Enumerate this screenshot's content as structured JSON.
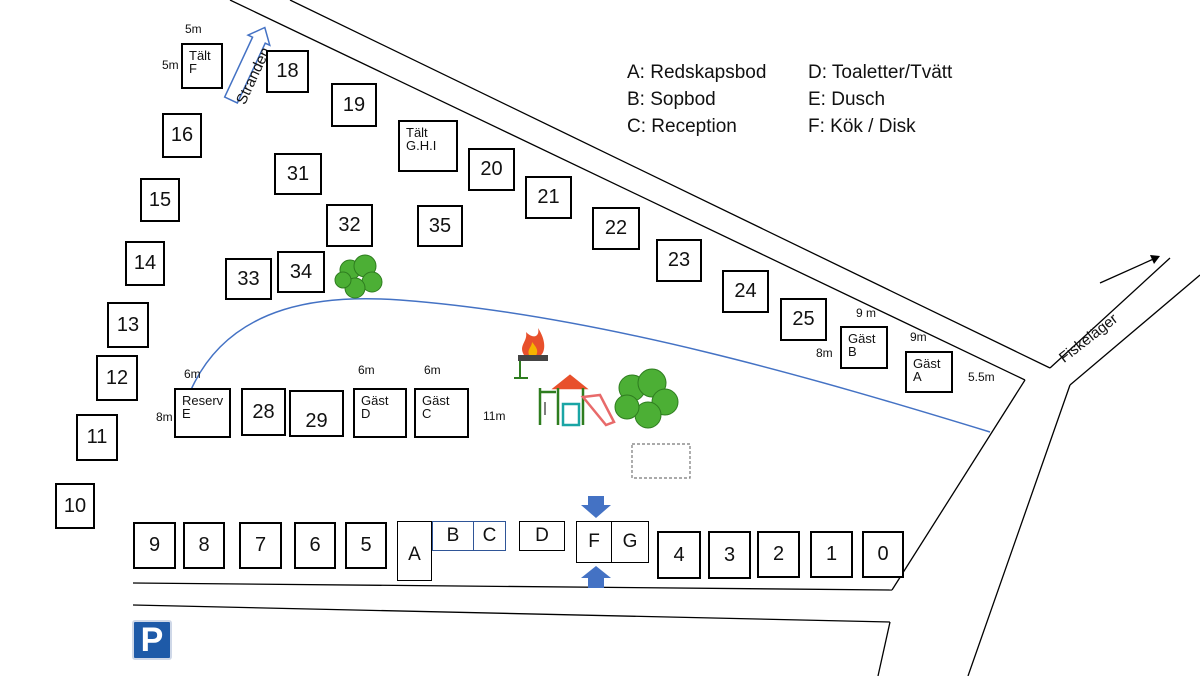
{
  "legend": [
    {
      "label": "A: Redskapsbod"
    },
    {
      "label": "B: Sopbod"
    },
    {
      "label": "C: Reception"
    },
    {
      "label": "D: Toaletter/Tvätt"
    },
    {
      "label": "E: Dusch"
    },
    {
      "label": "F: Kök / Disk"
    }
  ],
  "labels": {
    "stranden": "Stranden",
    "fiskelager": "Fiskeläger",
    "parking": "P"
  },
  "plots": {
    "p0": "0",
    "p1": "1",
    "p2": "2",
    "p3": "3",
    "p4": "4",
    "p5": "5",
    "p6": "6",
    "p7": "7",
    "p8": "8",
    "p9": "9",
    "p10": "10",
    "p11": "11",
    "p12": "12",
    "p13": "13",
    "p14": "14",
    "p15": "15",
    "p16": "16",
    "p18": "18",
    "p19": "19",
    "p20": "20",
    "p21": "21",
    "p22": "22",
    "p23": "23",
    "p24": "24",
    "p25": "25",
    "p28": "28",
    "p29": "29",
    "p31": "31",
    "p32": "32",
    "p33": "33",
    "p34": "34",
    "p35": "35"
  },
  "special_plots": {
    "tent_f": [
      "Tält",
      "F"
    ],
    "tent_ghi": [
      "Tält",
      "G.H.I"
    ],
    "reserv_e": [
      "Reserv",
      "E"
    ],
    "gast_d": [
      "Gäst",
      "D"
    ],
    "gast_c": [
      "Gäst",
      "C"
    ],
    "gast_b": [
      "Gäst",
      "B"
    ],
    "gast_a": [
      "Gäst",
      "A"
    ]
  },
  "buildings": {
    "a": "A",
    "b": "B",
    "c": "C",
    "d": "D",
    "f": "F",
    "g": "G"
  },
  "dimensions": {
    "tent_top": "5m",
    "tent_side": "5m",
    "reserv_top": "6m",
    "reserv_side": "8m",
    "gast_d_top": "6m",
    "gast_c_top": "6m",
    "gast_c_side": "11m",
    "gast_b_top": "9 m",
    "gast_b_side": "8m",
    "gast_a_top": "9m",
    "gast_a_side": "5.5m"
  },
  "colors": {
    "road": "#000000",
    "path": "#4472c4",
    "arrow": "#4472c4",
    "parking": "#1e5aa8",
    "tree": "#4caf35"
  }
}
